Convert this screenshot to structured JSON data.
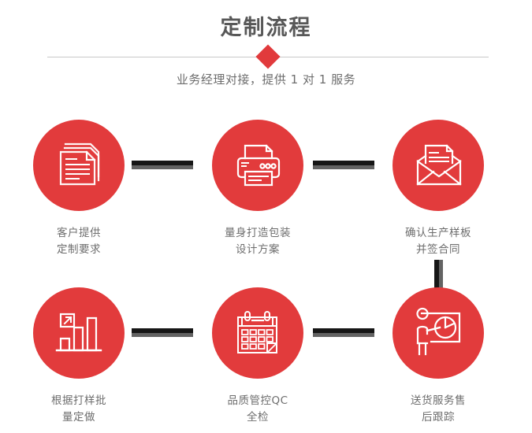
{
  "header": {
    "title": "定制流程",
    "subtitle": "业务经理对接，提供 1 对 1 服务",
    "divider_color": "#c8c8c8",
    "accent_color": "#e13a3c",
    "title_color": "#585858"
  },
  "flow": {
    "circle_color": "#e23b3c",
    "connector_dark": "#161616",
    "connector_gray": "#636363",
    "steps": [
      {
        "index": 1,
        "icon": "documents-stack-icon",
        "label_line1": "客户提供",
        "label_line2": "定制要求"
      },
      {
        "index": 2,
        "icon": "printer-icon",
        "label_line1": "量身打造包装",
        "label_line2": "设计方案"
      },
      {
        "index": 3,
        "icon": "envelope-document-icon",
        "label_line1": "确认生产样板",
        "label_line2": "并签合同"
      },
      {
        "index": 4,
        "icon": "bar-chart-growth-icon",
        "label_line1": "根据打样批",
        "label_line2": "量定做"
      },
      {
        "index": 5,
        "icon": "calendar-icon",
        "label_line1": "品质管控QC",
        "label_line2": "全检"
      },
      {
        "index": 6,
        "icon": "presenter-pie-chart-icon",
        "label_line1": "送货服务售",
        "label_line2": "后跟踪"
      }
    ]
  }
}
